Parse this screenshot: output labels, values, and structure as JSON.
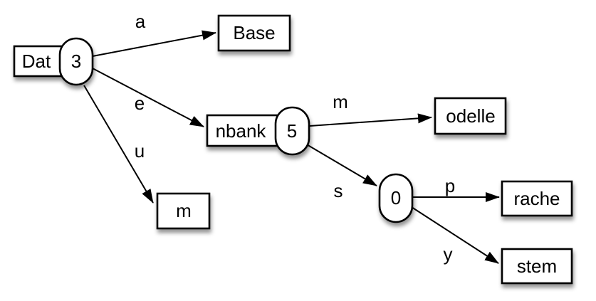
{
  "diagram": {
    "kind": "trie",
    "colors": {
      "background": "#ffffff",
      "node_fill": "#ffffff",
      "stroke": "#000000",
      "shadow": "rgba(0,0,0,0.42)"
    },
    "nodes": [
      {
        "id": "root-prefix",
        "label": "Dat",
        "shape": "box"
      },
      {
        "id": "root-count",
        "label": "3",
        "shape": "capsule"
      },
      {
        "id": "base",
        "label": "Base",
        "shape": "box"
      },
      {
        "id": "nbank-prefix",
        "label": "nbank",
        "shape": "box"
      },
      {
        "id": "nbank-count",
        "label": "5",
        "shape": "capsule"
      },
      {
        "id": "m-leaf",
        "label": "m",
        "shape": "box"
      },
      {
        "id": "odelle",
        "label": "odelle",
        "shape": "box"
      },
      {
        "id": "zero-count",
        "label": "0",
        "shape": "capsule"
      },
      {
        "id": "rache",
        "label": "rache",
        "shape": "box"
      },
      {
        "id": "stem",
        "label": "stem",
        "shape": "box"
      }
    ],
    "edges": [
      {
        "from": "root-count",
        "to": "base",
        "label": "a"
      },
      {
        "from": "root-count",
        "to": "nbank-prefix",
        "label": "e"
      },
      {
        "from": "root-count",
        "to": "m-leaf",
        "label": "u"
      },
      {
        "from": "nbank-count",
        "to": "odelle",
        "label": "m"
      },
      {
        "from": "nbank-count",
        "to": "zero-count",
        "label": "s"
      },
      {
        "from": "zero-count",
        "to": "rache",
        "label": "p"
      },
      {
        "from": "zero-count",
        "to": "stem",
        "label": "y"
      }
    ]
  }
}
